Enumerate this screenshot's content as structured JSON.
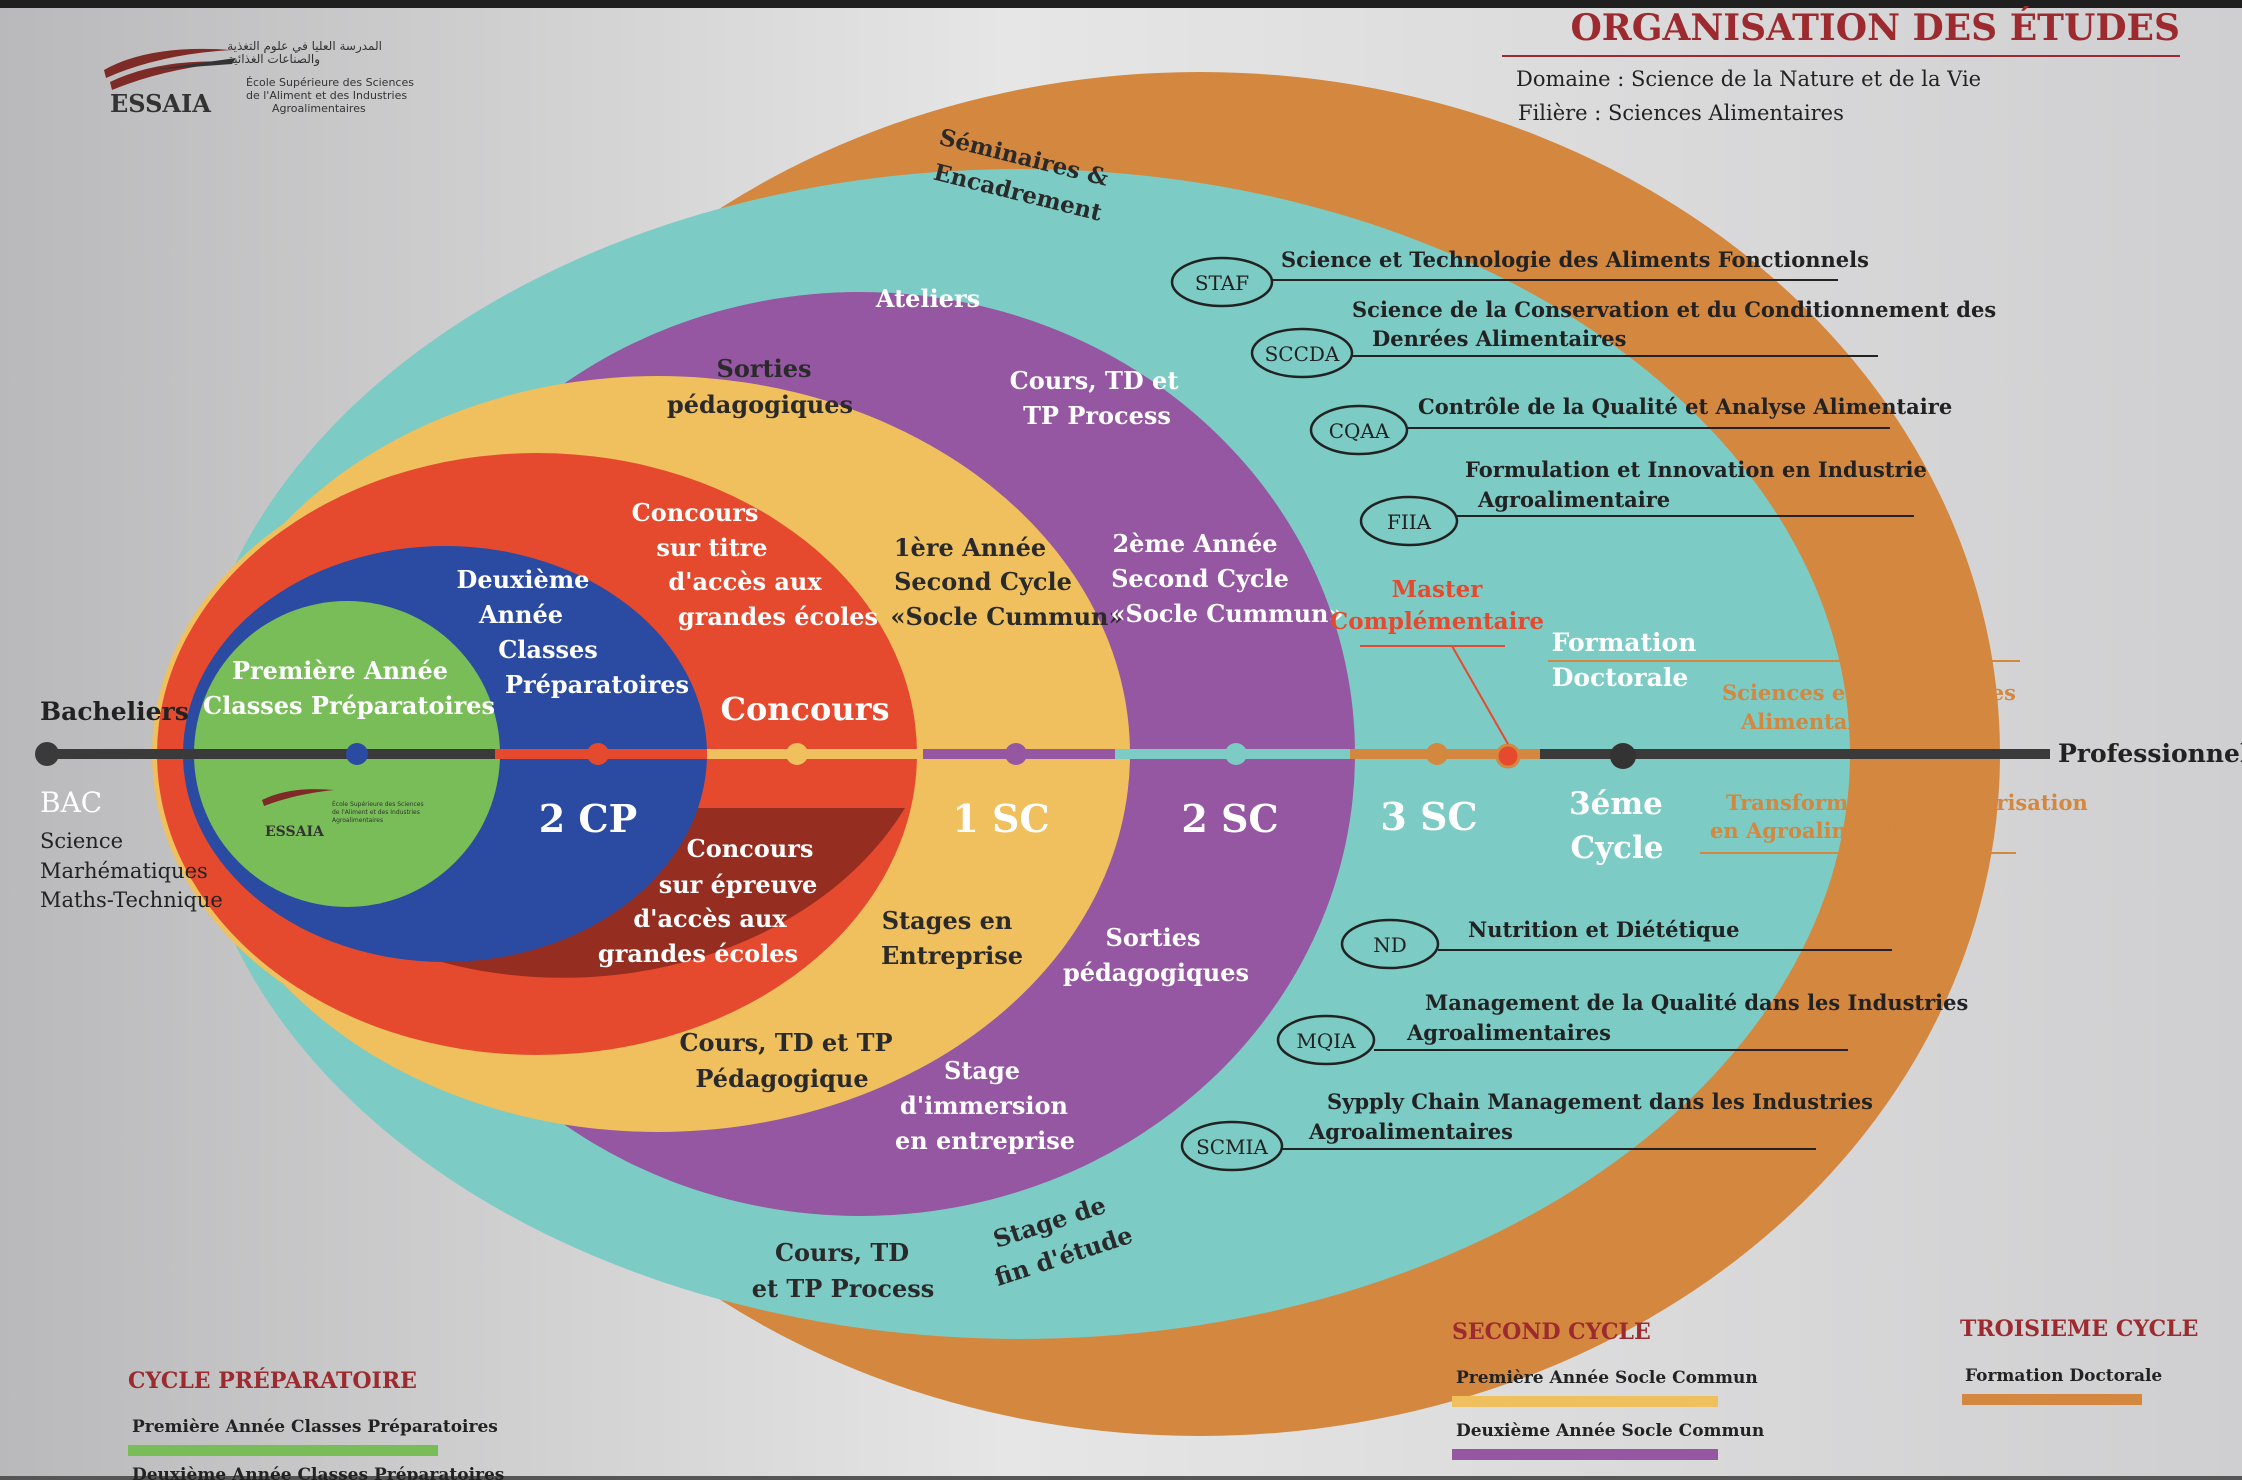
{
  "header": {
    "title": "ORGANISATION DES ÉTUDES",
    "domain_line": "Domaine : Science de la Nature et de la Vie",
    "filiere_line": "Filière : Sciences Alimentaires"
  },
  "logo": {
    "acronym": "ESSAIA",
    "arabic_line1": "المدرسة العليا في علوم التغذية",
    "arabic_line2": "والصناعات الغذائية",
    "fr_line1": "École Supérieure des Sciences",
    "fr_line2": "de l'Aliment et des Industries",
    "fr_line3": "Agroalimentaires"
  },
  "axis": {
    "left_label": "Bacheliers",
    "right_label": "Professionnel"
  },
  "bac": {
    "title": "BAC",
    "items": [
      "Science",
      "Marhématiques",
      "Maths-Technique"
    ]
  },
  "rings": {
    "seminaires": [
      "Séminaires &",
      "Encadrement"
    ],
    "ateliers": "Ateliers",
    "sorties_top": [
      "Sorties",
      "pédagogiques"
    ],
    "cours_process_top": [
      "Cours, TD et",
      "TP Process"
    ],
    "concours_titre": [
      "Concours",
      "sur titre",
      "d'accès aux",
      "grandes écoles"
    ],
    "deuxieme_annee_cp": [
      "Deuxième",
      "Année",
      "Classes",
      "Préparatoires"
    ],
    "premiere_annee_cp": [
      "Première Année",
      "Classes Préparatoires"
    ],
    "concours": "Concours",
    "sc1_title": [
      "1ère Année",
      "Second Cycle",
      "«Socle Cummun»"
    ],
    "sc2_title": [
      "2ème Année",
      "Second Cycle",
      "«Socle Cummun»"
    ],
    "master": [
      "Master",
      "Complémentaire"
    ],
    "formation_doctorale": [
      "Formation",
      "Doctorale"
    ],
    "label_2cp": "2 CP",
    "label_1sc": "1 SC",
    "label_2sc": "2 SC",
    "label_3sc": "3 SC",
    "label_3cycle": [
      "3éme",
      "Cycle"
    ],
    "concours_epreuve": [
      "Concours",
      "sur épreuve",
      "d'accès aux",
      "grandes écoles"
    ],
    "stages_entreprise": [
      "Stages en",
      "Entreprise"
    ],
    "sorties_bottom": [
      "Sorties",
      "pédagogiques"
    ],
    "cours_pedagogique": [
      "Cours, TD et TP",
      "Pédagogique"
    ],
    "stage_immersion": [
      "Stage",
      "d'immersion",
      "en entreprise"
    ],
    "cours_process_bottom": [
      "Cours, TD",
      "et TP Process"
    ],
    "stage_fin": [
      "Stage de",
      "fin d'étude"
    ]
  },
  "specialties_top": [
    {
      "code": "STAF",
      "lines": [
        "Science et Technologie des Aliments Fonctionnels"
      ]
    },
    {
      "code": "SCCDA",
      "lines": [
        "Science de la Conservation et du Conditionnement des",
        "Denrées Alimentaires"
      ]
    },
    {
      "code": "CQAA",
      "lines": [
        "Contrôle de la Qualité et Analyse Alimentaire"
      ]
    },
    {
      "code": "FIIA",
      "lines": [
        "Formulation et Innovation en Industrie",
        "Agroalimentaire"
      ]
    }
  ],
  "specialties_bottom": [
    {
      "code": "ND",
      "lines": [
        "Nutrition et Diététique"
      ]
    },
    {
      "code": "MQIA",
      "lines": [
        "Management de la Qualité dans les Industries",
        "Agroalimentaires"
      ]
    },
    {
      "code": "SCMIA",
      "lines": [
        "Sypply Chain Management dans les Industries",
        "Agroalimentaires"
      ]
    }
  ],
  "doctoral_options": [
    [
      "Sciences et Technologies",
      "Alimentaires"
    ],
    [
      "Transformation et Valorisation",
      "en Agroalimentaire"
    ]
  ],
  "legend": {
    "prep_title": "CYCLE PRÉPARATOIRE",
    "prep_items": [
      "Première Année Classes Préparatoires",
      "Deuxième Année Classes Préparatoires"
    ],
    "second_title": "SECOND CYCLE",
    "second_items": [
      "Première Année Socle Commun",
      "Deuxième Année Socle Commun"
    ],
    "third_title": "TROISIEME CYCLE",
    "third_items": [
      "Formation Doctorale"
    ]
  },
  "colors": {
    "orange": "#D4873E",
    "teal": "#7CCBC4",
    "purple": "#9556A2",
    "yellow": "#EFC05D",
    "red": "#E64A2E",
    "darkred": "#952D21",
    "blue": "#2B4AA1",
    "green": "#78BD58",
    "title_red": "#9C2A2E"
  }
}
